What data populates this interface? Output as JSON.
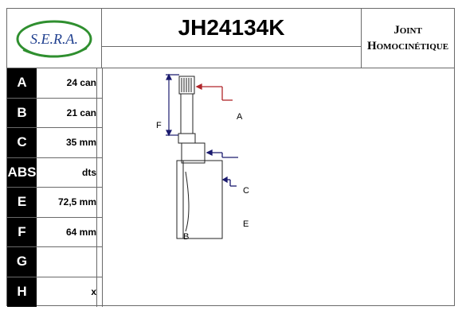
{
  "header": {
    "logo_text": "S.E.R.A.",
    "part_number": "JH24134K",
    "type_line1": "Joint",
    "type_line2": "Homocinétique"
  },
  "specs": [
    {
      "key": "A",
      "value": "24 can"
    },
    {
      "key": "B",
      "value": "21 can"
    },
    {
      "key": "C",
      "value": "35 mm"
    },
    {
      "key": "ABS",
      "value": "dts"
    },
    {
      "key": "E",
      "value": "72,5 mm"
    },
    {
      "key": "F",
      "value": "64 mm"
    },
    {
      "key": "G",
      "value": ""
    },
    {
      "key": "H",
      "value": "x"
    }
  ],
  "diagram": {
    "labels": {
      "A": "A",
      "B": "B",
      "C": "C",
      "E": "E",
      "F": "F"
    },
    "colors": {
      "arrow_a": "#b0252a",
      "arrow_blue": "#1a1a6e",
      "outline": "#222222"
    }
  }
}
